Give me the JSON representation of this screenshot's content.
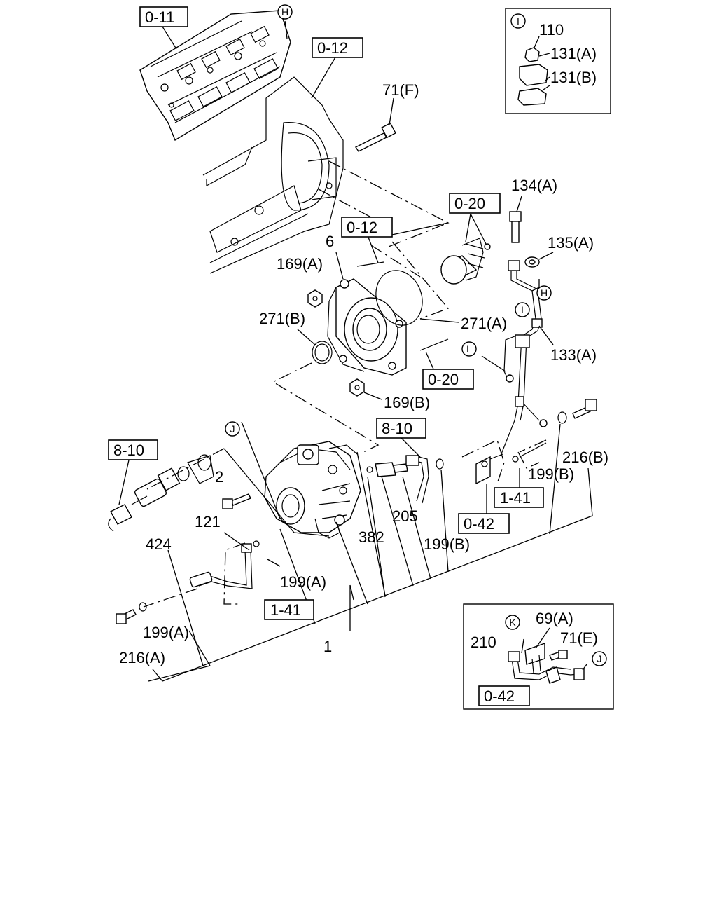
{
  "boxes": {
    "b_0_11": "0-11",
    "b_0_12_top": "0-12",
    "b_0_20_top": "0-20",
    "b_0_12_mid": "0-12",
    "b_0_20_mid": "0-20",
    "b_8_10_left": "8-10",
    "b_8_10_mid": "8-10",
    "b_1_41_right": "1-41",
    "b_0_42_mid": "0-42",
    "b_1_41_left": "1-41",
    "b_0_42_inset": "0-42"
  },
  "circles": {
    "H_top": "H",
    "I_inset": "I",
    "H_right": "H",
    "I_right": "I",
    "L": "L",
    "J_left": "J",
    "K_inset": "K",
    "J_inset": "J"
  },
  "labels": {
    "p110": "110",
    "p131a": "131(A)",
    "p131b": "131(B)",
    "p71f": "71(F)",
    "p134a": "134(A)",
    "p135a": "135(A)",
    "p6": "6",
    "p169a": "169(A)",
    "p271b": "271(B)",
    "p271a": "271(A)",
    "p133a": "133(A)",
    "p169b": "169(B)",
    "p216b": "216(B)",
    "p199b_right": "199(B)",
    "p2": "2",
    "p205": "205",
    "p382": "382",
    "p199b_mid": "199(B)",
    "p121": "121",
    "p424": "424",
    "p199a_mid": "199(A)",
    "p199a_low": "199(A)",
    "p216a": "216(A)",
    "p1": "1",
    "p69a": "69(A)",
    "p210": "210",
    "p71e": "71(E)"
  }
}
